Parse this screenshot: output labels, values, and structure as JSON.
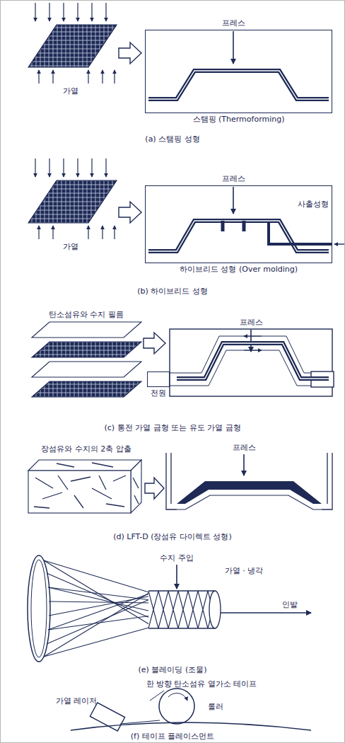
{
  "diagram": {
    "nodes": [
      {
        "text": [
          "스탬핑 (Thermoforming)"
        ]
      },
      {
        "text": [
          "하이브리드 성형 (Over molding)"
        ]
      },
      {
        "text": [
          "전원"
        ]
      }
    ],
    "labels": [
      "프레스",
      "가열",
      "(a) 스탬핑 성형",
      "프레스",
      "사출성형",
      "가열",
      "(b) 하이브리드 성형",
      "탄소섬유와 수지 필름",
      "프레스",
      "(c) 통전 가열 금형 또는 유도 가열 금형",
      "장섬유와 수지의 2축 압출",
      "프레스",
      "(d) LFT-D (장섬유 다이렉트 성형)",
      "수지 주입",
      "가열 · 냉각",
      "인발",
      "(e) 블레이딩 (조물)",
      "한 방향 탄소섬유 열가소 테이프",
      "가열 레이저",
      "롤러",
      "(f) 테이프 플레이스먼트"
    ]
  }
}
